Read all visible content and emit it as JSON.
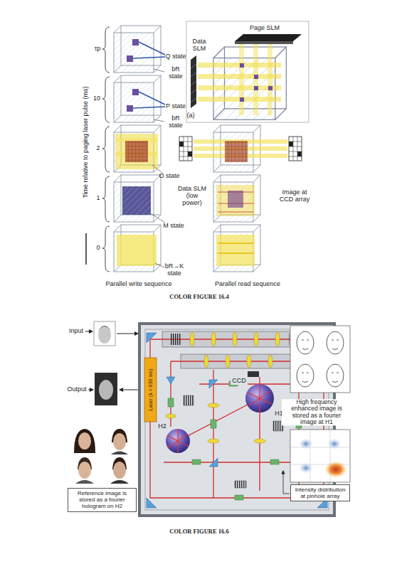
{
  "diagram": {
    "nodes": [
      {
        "text": [
          "Reference image is stored as a fourier hologram on H2"
        ]
      },
      {
        "text": [
          "Intensity distribution at pinhole array"
        ]
      }
    ],
    "labels": [
      "Time relative to paging laser pulse (ms)",
      "τp",
      "10",
      "2",
      "1",
      "0",
      "Q state",
      "bR state",
      "P state",
      "bR state",
      "O state",
      "M state",
      "bR→K state",
      "Page SLM",
      "Data SLM",
      "(a)",
      "Data SLM (low power)",
      "Image at CCD array",
      "Parallel write sequence",
      "Parallel read sequence",
      "COLOR FIGURE 16.4",
      "Input",
      "Output",
      "Laser (λ = 630 nm)",
      "CCD",
      "H1",
      "H2",
      "High frequency enhanced image is stored as a fourier image at H1",
      "COLOR FIGURE 16.6"
    ]
  }
}
